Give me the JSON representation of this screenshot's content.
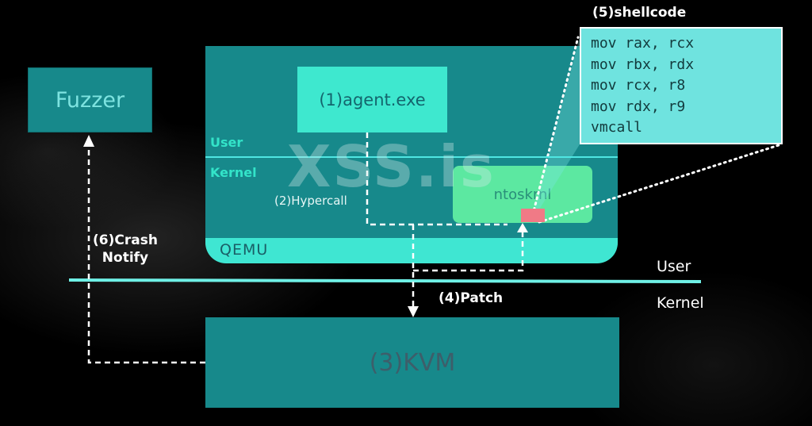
{
  "fuzzer": {
    "label": "Fuzzer"
  },
  "qemu": {
    "label": "QEMU",
    "user_label": "User",
    "kernel_label": "Kernel"
  },
  "agent": {
    "label": "(1)agent.exe"
  },
  "hypercall": {
    "label": "(2)Hypercall"
  },
  "ntoskrnl": {
    "label": "ntoskrnl"
  },
  "kvm": {
    "label": "(3)KVM"
  },
  "patch": {
    "label": "(4)Patch"
  },
  "shellcode": {
    "title": "(5)shellcode",
    "lines": [
      "mov rax, rcx",
      "mov rbx, rdx",
      "mov rcx, r8",
      "mov rdx, r9",
      "vmcall"
    ]
  },
  "crash": {
    "line1": "(6)Crash",
    "line2": "Notify"
  },
  "host": {
    "user_label": "User",
    "kernel_label": "Kernel"
  },
  "watermark": {
    "text": "XSS.is"
  },
  "colors": {
    "background": "#000000",
    "teal_dark": "#17898b",
    "teal_light": "#3ee8cf",
    "green": "#5ce8a1",
    "patch_red": "#f07a86",
    "code_bg": "#6fe3df"
  }
}
